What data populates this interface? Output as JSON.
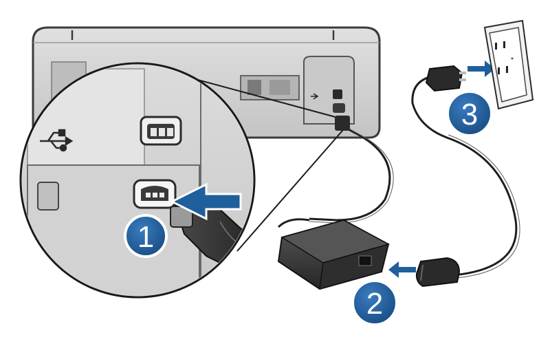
{
  "steps": [
    {
      "number": "1",
      "badge_color": "#1f5f9c"
    },
    {
      "number": "2",
      "badge_color": "#1f5f9c"
    },
    {
      "number": "3",
      "badge_color": "#1f5f9c"
    }
  ],
  "icons": {
    "usb": "usb-icon",
    "power_port": "power-port-icon",
    "arrow": "arrow-icon",
    "wall_outlet": "wall-outlet-icon",
    "power_adapter": "power-adapter-icon",
    "power_cord": "power-cord-icon",
    "printer": "printer-back-icon"
  },
  "colors": {
    "printer_body": "#d4d4d4",
    "printer_edge": "#3a3a3a",
    "arrow_blue": "#1f5f9c",
    "cable": "#2b2b2b",
    "outlet": "#f2f2f2"
  }
}
